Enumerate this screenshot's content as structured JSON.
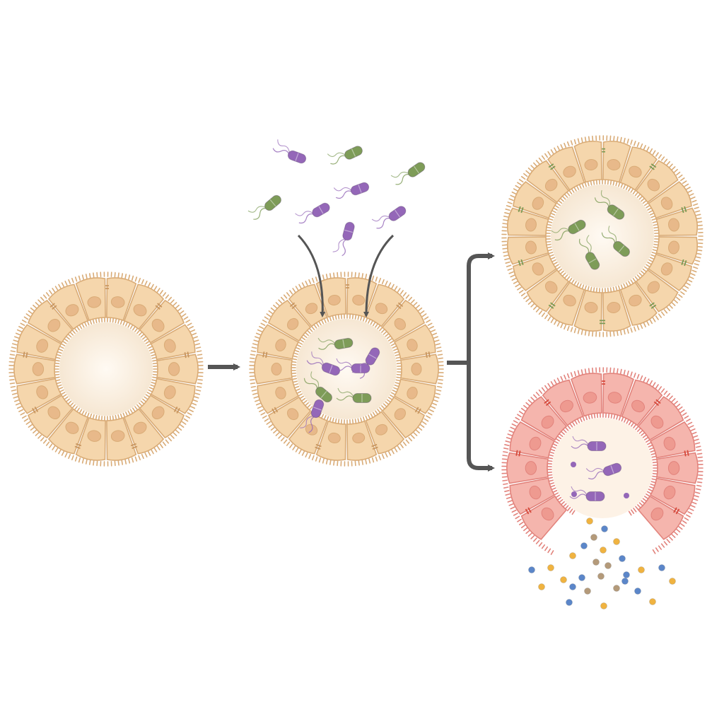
{
  "figure": {
    "type": "schematic",
    "panels": [
      {
        "id": "organoid-healthy",
        "state": "intact epithelium",
        "colors": {
          "cell": "#f5d6ac",
          "cell_edge": "#d9ab76",
          "nucleus": "#e8b98a",
          "lumen": "#fbf3e8"
        }
      },
      {
        "id": "organoid-infected",
        "state": "bacteria entering lumen"
      },
      {
        "id": "outcome-commensal",
        "state": "intact barrier, green bacteria",
        "accent": "#7a9a55"
      },
      {
        "id": "outcome-pathogenic",
        "state": "inflamed, ruptured epithelium",
        "colors": {
          "cell": "#f5b5ad",
          "cell_edge": "#e2837c",
          "nucleus": "#ee9a90",
          "junction": "#d64a3c"
        }
      }
    ],
    "bacteria": {
      "commensal_color": "#7e9c58",
      "pathogen_color": "#9467b8"
    },
    "released_particles": {
      "colors": [
        "#5b86c9",
        "#f0b340",
        "#b49a7a"
      ]
    },
    "arrow_color": "#555555"
  }
}
